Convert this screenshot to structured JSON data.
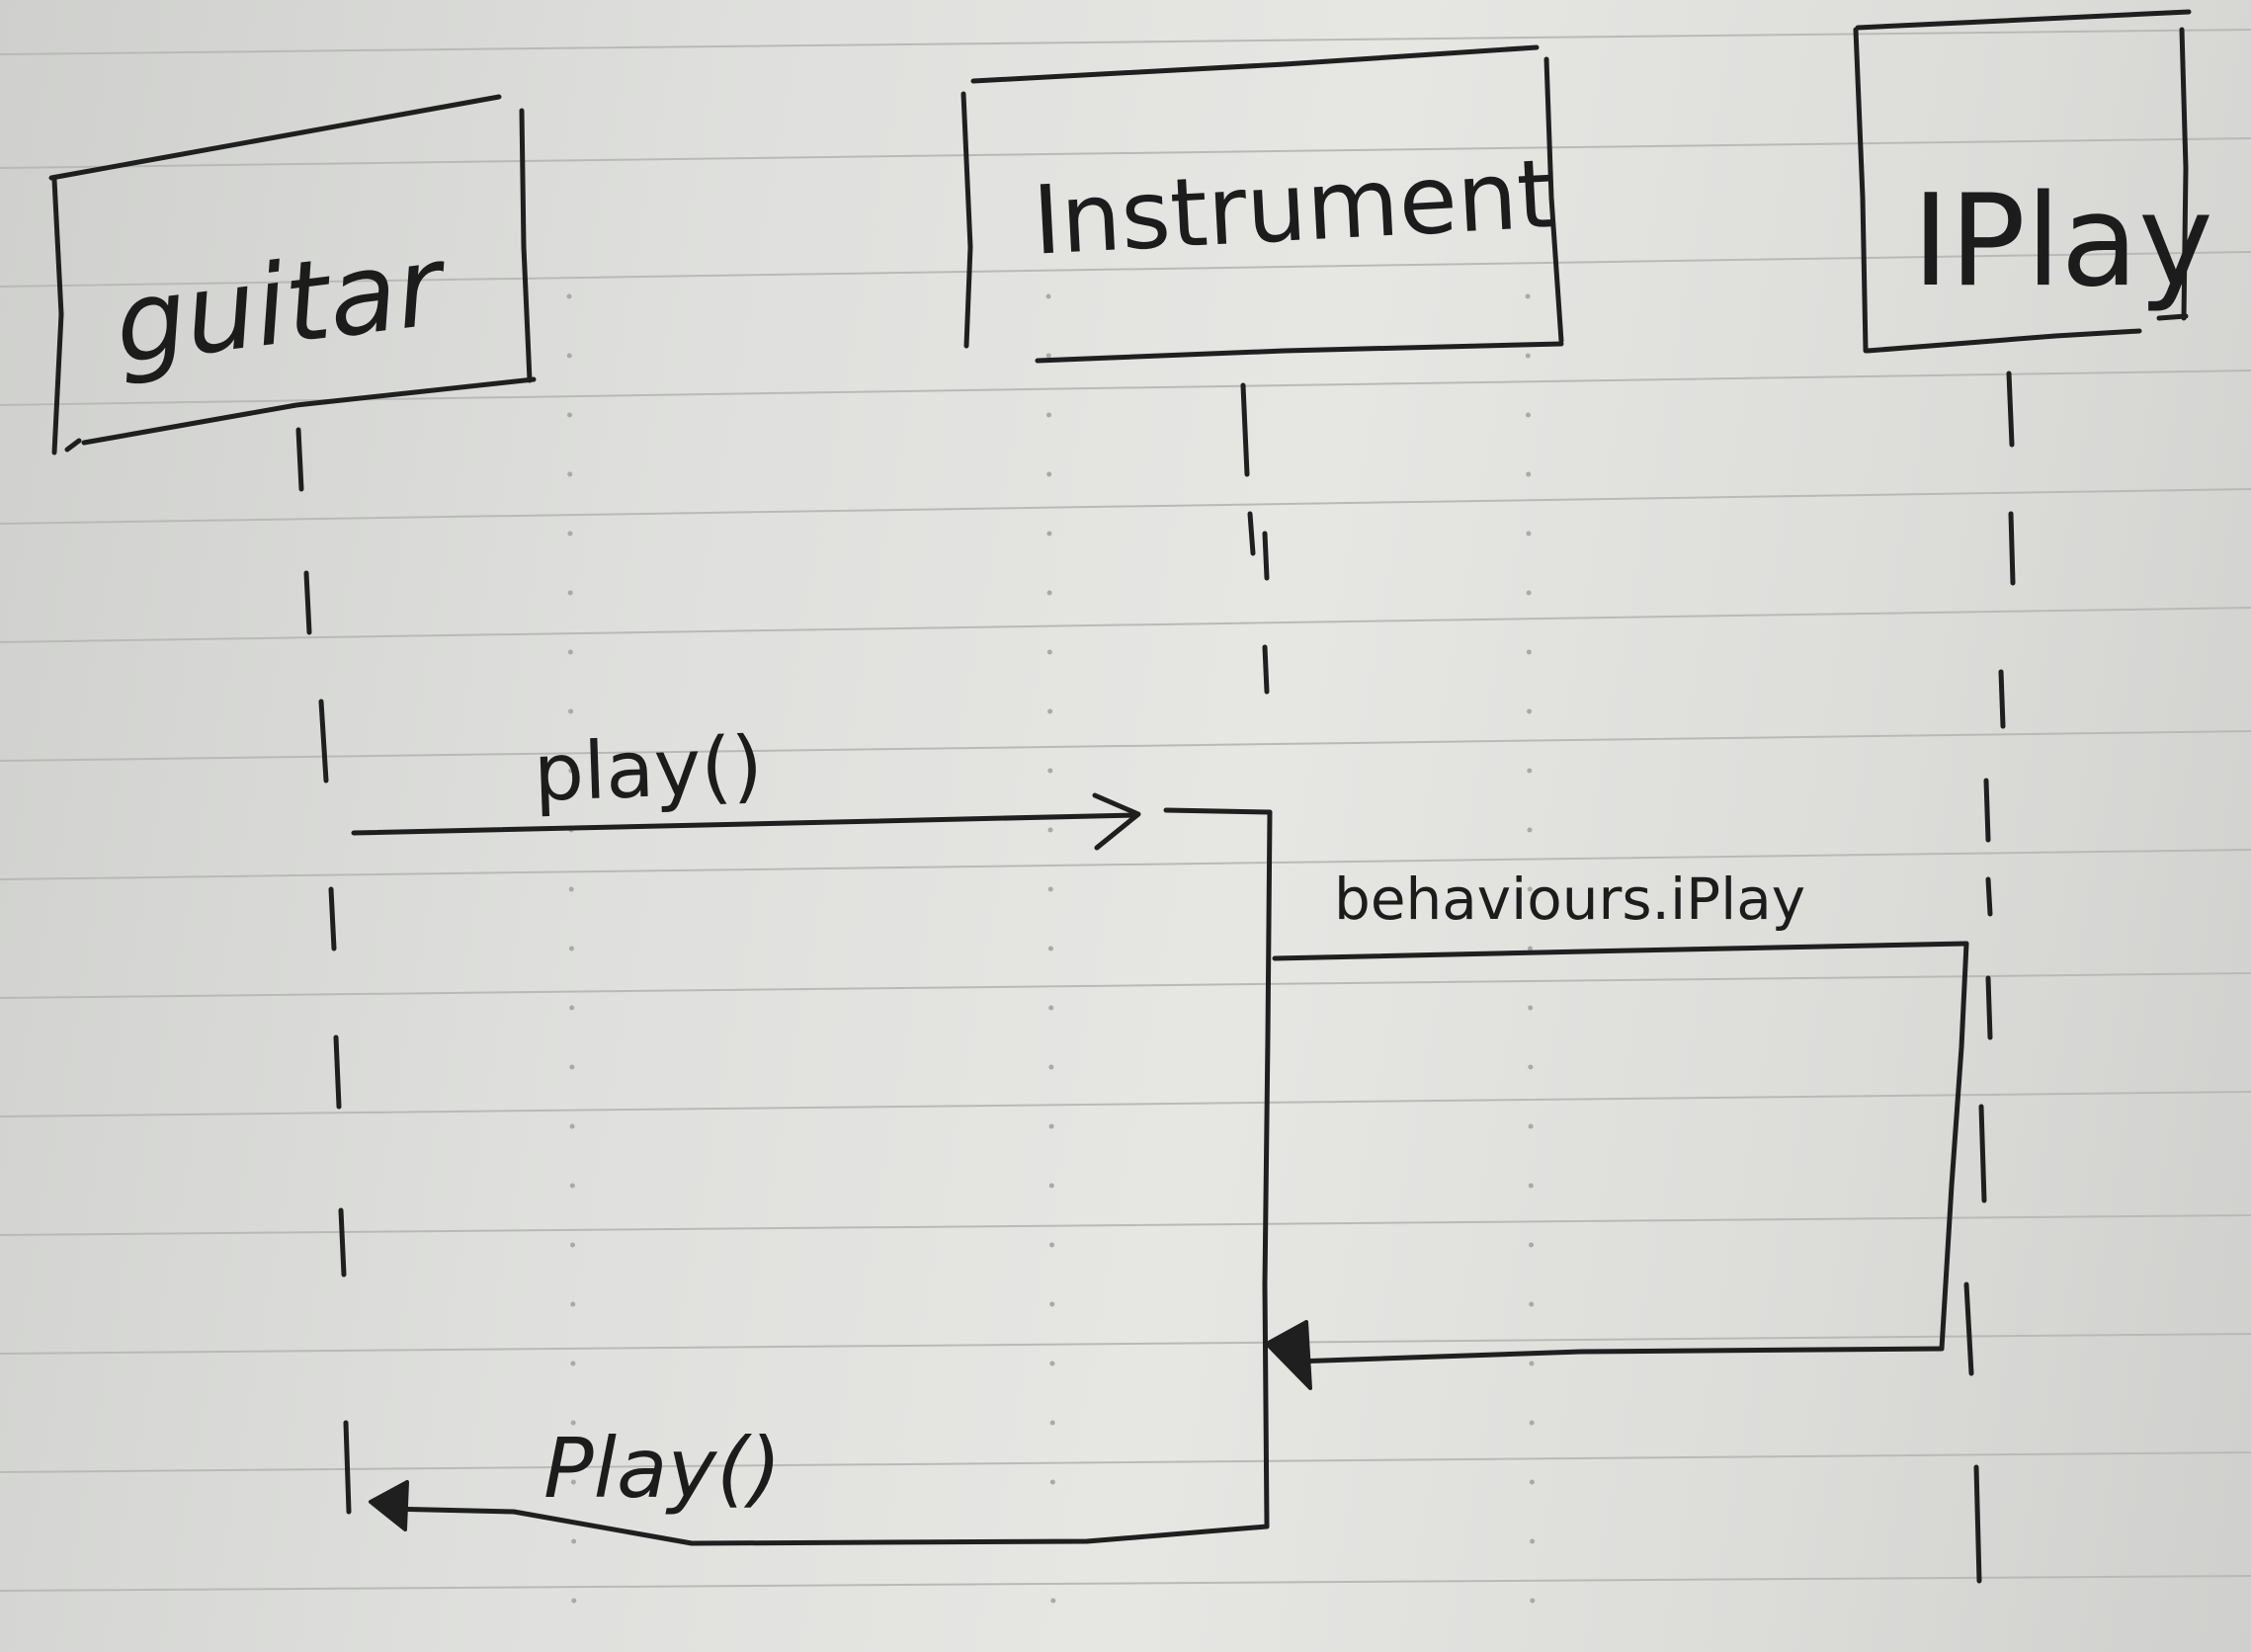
{
  "diagram": {
    "type": "sequence",
    "participants": [
      {
        "id": "guitar",
        "label": "guitar"
      },
      {
        "id": "instrument",
        "label": "Instrument"
      },
      {
        "id": "iplay",
        "label": "IPlay"
      }
    ],
    "messages": [
      {
        "from": "guitar",
        "to": "instrument",
        "label": "play()"
      },
      {
        "from": "instrument",
        "to": "iplay",
        "label": "behaviours.iPlay"
      },
      {
        "from": "iplay",
        "to": "instrument",
        "label": ""
      },
      {
        "from": "instrument",
        "to": "guitar",
        "label": "Play()"
      }
    ]
  },
  "colors": {
    "ink": "#1f1f1f",
    "paper": "#e2e3e0",
    "rule": "#b9bab7"
  }
}
